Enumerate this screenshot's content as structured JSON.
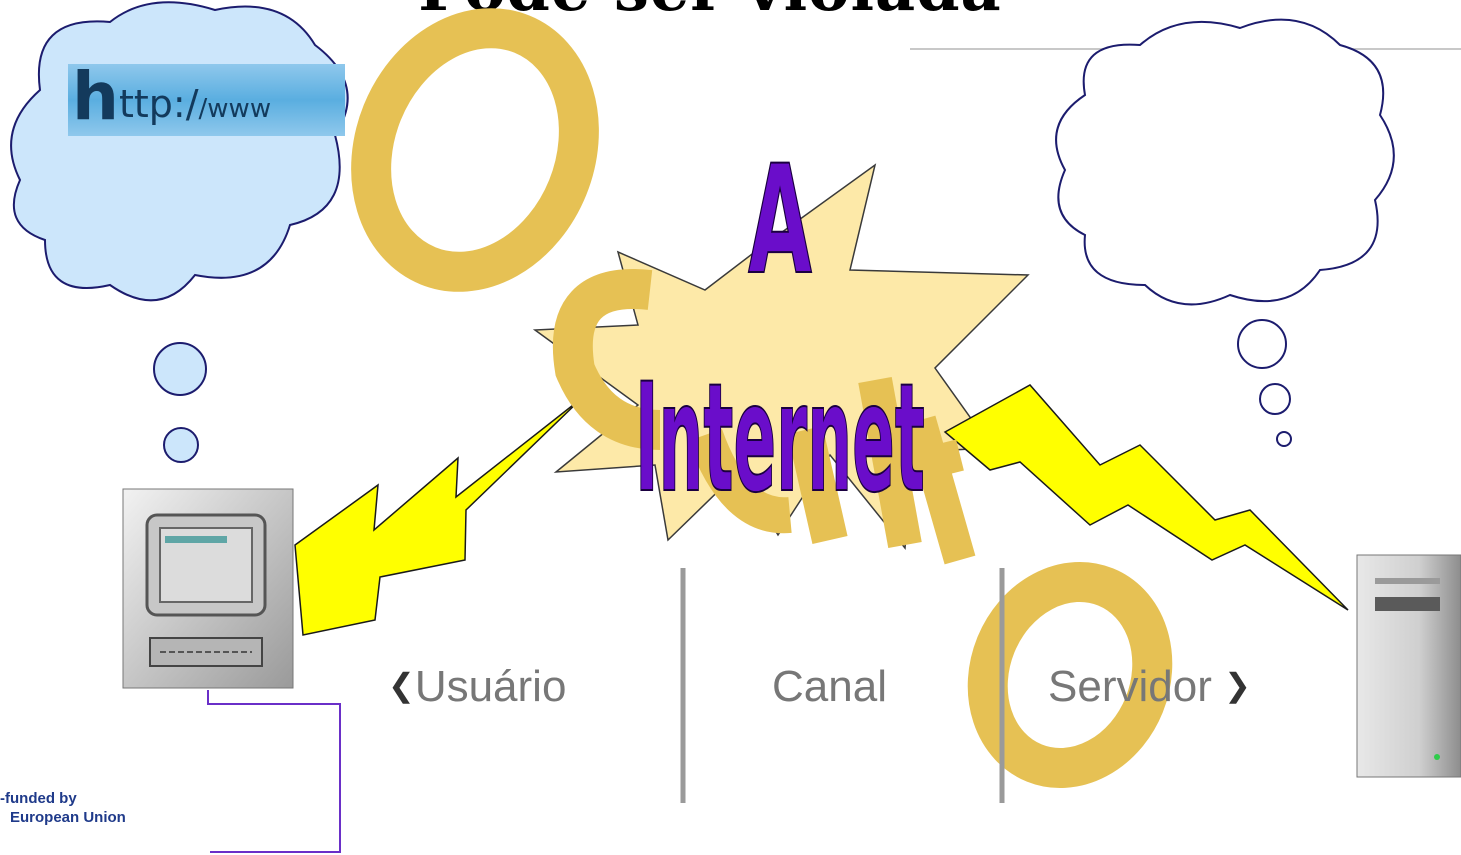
{
  "slide": {
    "title": "Pode ser violada",
    "watermark_text": "Oculto",
    "internet_label_line1": "A",
    "internet_label_line2": "Internet",
    "url_text_h": "h",
    "url_text_rest": "ttp:/",
    "url_text_www": "/www"
  },
  "nav": {
    "user_label": "Usuário",
    "canal_label": "Canal",
    "server_label": "Servidor",
    "prev_chevron": "❮",
    "next_chevron": "❯"
  },
  "footer": {
    "eu_line1": "-funded by",
    "eu_line2": "European Union"
  },
  "icons": [
    "computer-icon",
    "server-tower-icon",
    "thought-cloud-icon",
    "lightning-bolt-icon",
    "explosion-burst-icon"
  ],
  "colors": {
    "cloud_left_fill": "#cce6fb",
    "cloud_outline": "#1c1c6e",
    "burst_fill": "#fde9a8",
    "lightning_fill": "#ffff00",
    "watermark": "#e6c154",
    "internet_text": "#6a0dca",
    "connector_line": "#6a2fc8",
    "nav_text": "#777777"
  }
}
